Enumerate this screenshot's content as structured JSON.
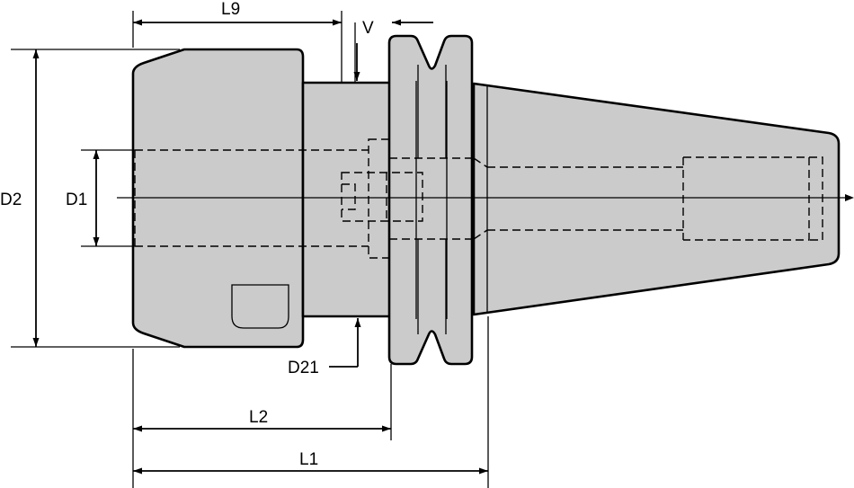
{
  "labels": {
    "L9": "L9",
    "V": "V",
    "D2": "D2",
    "D1": "D1",
    "D21": "D21",
    "L2": "L2",
    "L1": "L1"
  },
  "colors": {
    "body_fill": "#cbcbcb",
    "line": "#000000",
    "background": "#ffffff"
  }
}
